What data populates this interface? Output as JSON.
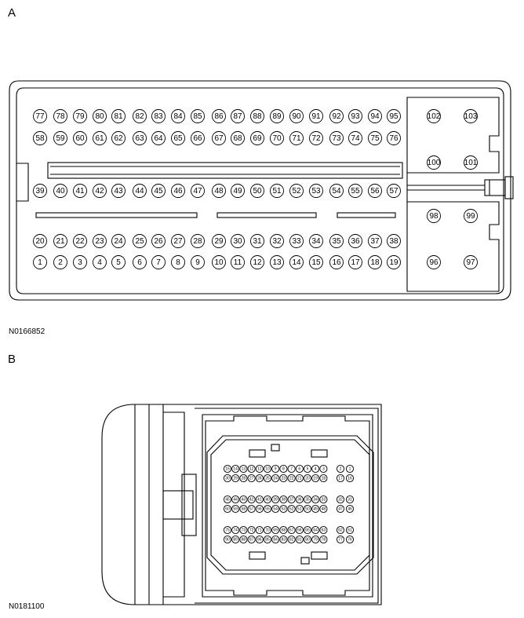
{
  "figure_a": {
    "label": "A",
    "code": "N0166852",
    "rows": [
      [
        "77",
        "78",
        "79",
        "80",
        "81",
        "82",
        "83",
        "84",
        "85",
        "86",
        "87",
        "88",
        "89",
        "90",
        "91",
        "92",
        "93",
        "94",
        "95"
      ],
      [
        "58",
        "59",
        "60",
        "61",
        "62",
        "63",
        "64",
        "65",
        "66",
        "67",
        "68",
        "69",
        "70",
        "71",
        "72",
        "73",
        "74",
        "75",
        "76"
      ],
      [
        "39",
        "40",
        "41",
        "42",
        "43",
        "44",
        "45",
        "46",
        "47",
        "48",
        "49",
        "50",
        "51",
        "52",
        "53",
        "54",
        "55",
        "56",
        "57"
      ],
      [
        "20",
        "21",
        "22",
        "23",
        "24",
        "25",
        "26",
        "27",
        "28",
        "29",
        "30",
        "31",
        "32",
        "33",
        "34",
        "35",
        "36",
        "37",
        "38"
      ],
      [
        "1",
        "2",
        "3",
        "4",
        "5",
        "6",
        "7",
        "8",
        "9",
        "10",
        "11",
        "12",
        "13",
        "14",
        "15",
        "16",
        "17",
        "18",
        "19"
      ]
    ],
    "right_pins": [
      [
        "102",
        "103"
      ],
      [
        "100",
        "101"
      ],
      [
        "98",
        "99"
      ],
      [
        "96",
        "97"
      ]
    ]
  },
  "figure_b": {
    "label": "B",
    "code": "N0181100",
    "groups": [
      {
        "rows": [
          [
            "15",
            "14",
            "13",
            "12",
            "11",
            "10",
            "9",
            "8",
            "7",
            "6",
            "5",
            "4",
            "3"
          ],
          [
            "30",
            "29",
            "28",
            "27",
            "26",
            "25",
            "24",
            "23",
            "22",
            "21",
            "20",
            "19",
            "18"
          ]
        ],
        "side": [
          [
            "2",
            "1"
          ],
          [
            "17",
            "16"
          ]
        ]
      },
      {
        "rows": [
          [
            "45",
            "44",
            "43",
            "42",
            "41",
            "40",
            "39",
            "38",
            "37",
            "36",
            "35",
            "34",
            "33"
          ],
          [
            "60",
            "59",
            "58",
            "57",
            "56",
            "55",
            "54",
            "53",
            "52",
            "51",
            "50",
            "49",
            "48"
          ]
        ],
        "side": [
          [
            "32",
            "31"
          ],
          [
            "47",
            "46"
          ]
        ]
      },
      {
        "rows": [
          [
            "75",
            "74",
            "73",
            "72",
            "71",
            "70",
            "69",
            "68",
            "67",
            "66",
            "65",
            "64",
            "63"
          ],
          [
            "90",
            "89",
            "88",
            "87",
            "86",
            "85",
            "84",
            "83",
            "82",
            "81",
            "80",
            "79",
            "78"
          ]
        ],
        "side": [
          [
            "62",
            "61"
          ],
          [
            "77",
            "76"
          ]
        ]
      }
    ]
  }
}
